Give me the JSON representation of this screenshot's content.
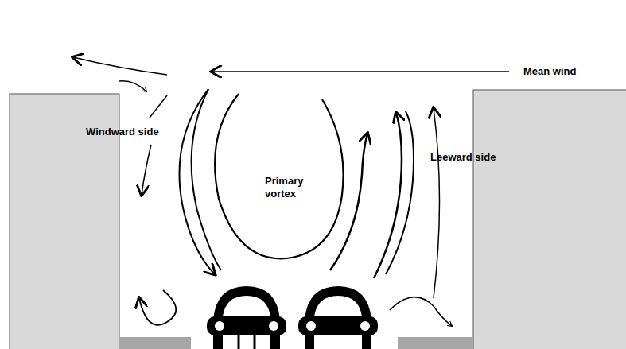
{
  "diagram": {
    "labels": [
      "Mean wind",
      "Windward side",
      "Primary vortex",
      "Leeward side"
    ]
  }
}
